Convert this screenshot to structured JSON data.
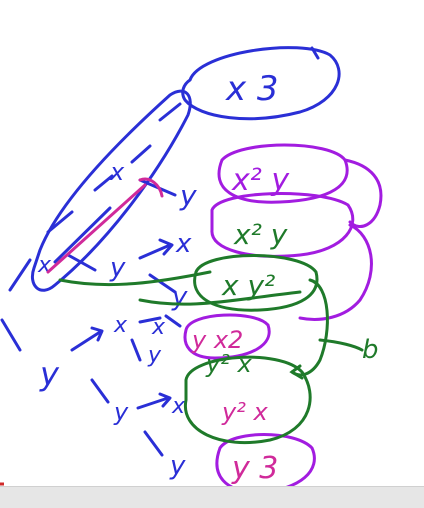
{
  "colors": {
    "blue": "#2a2fd6",
    "purple": "#a21ce0",
    "green": "#1f7a2a",
    "magenta": "#d02a9a",
    "background": "#ffffff",
    "bottom_bar": "#e6e6e6"
  },
  "labels": {
    "x3": "x 3",
    "x2y": "x² y",
    "x2y_green": "x² y",
    "xy2": "x y²",
    "yx2": "y x2",
    "y2x_green": "y² x",
    "y2x_magenta": "y² x",
    "y3": "y 3",
    "x_upper": "x",
    "x_corner": "x",
    "y_1": "y",
    "y_2": "y",
    "x_3": "x",
    "y_4": "y",
    "y_left": "y",
    "x_5": "x",
    "x_6": "x",
    "y_5": "y",
    "y_6": "y",
    "x_7": "x",
    "y_7": "y",
    "b_label": "b"
  }
}
